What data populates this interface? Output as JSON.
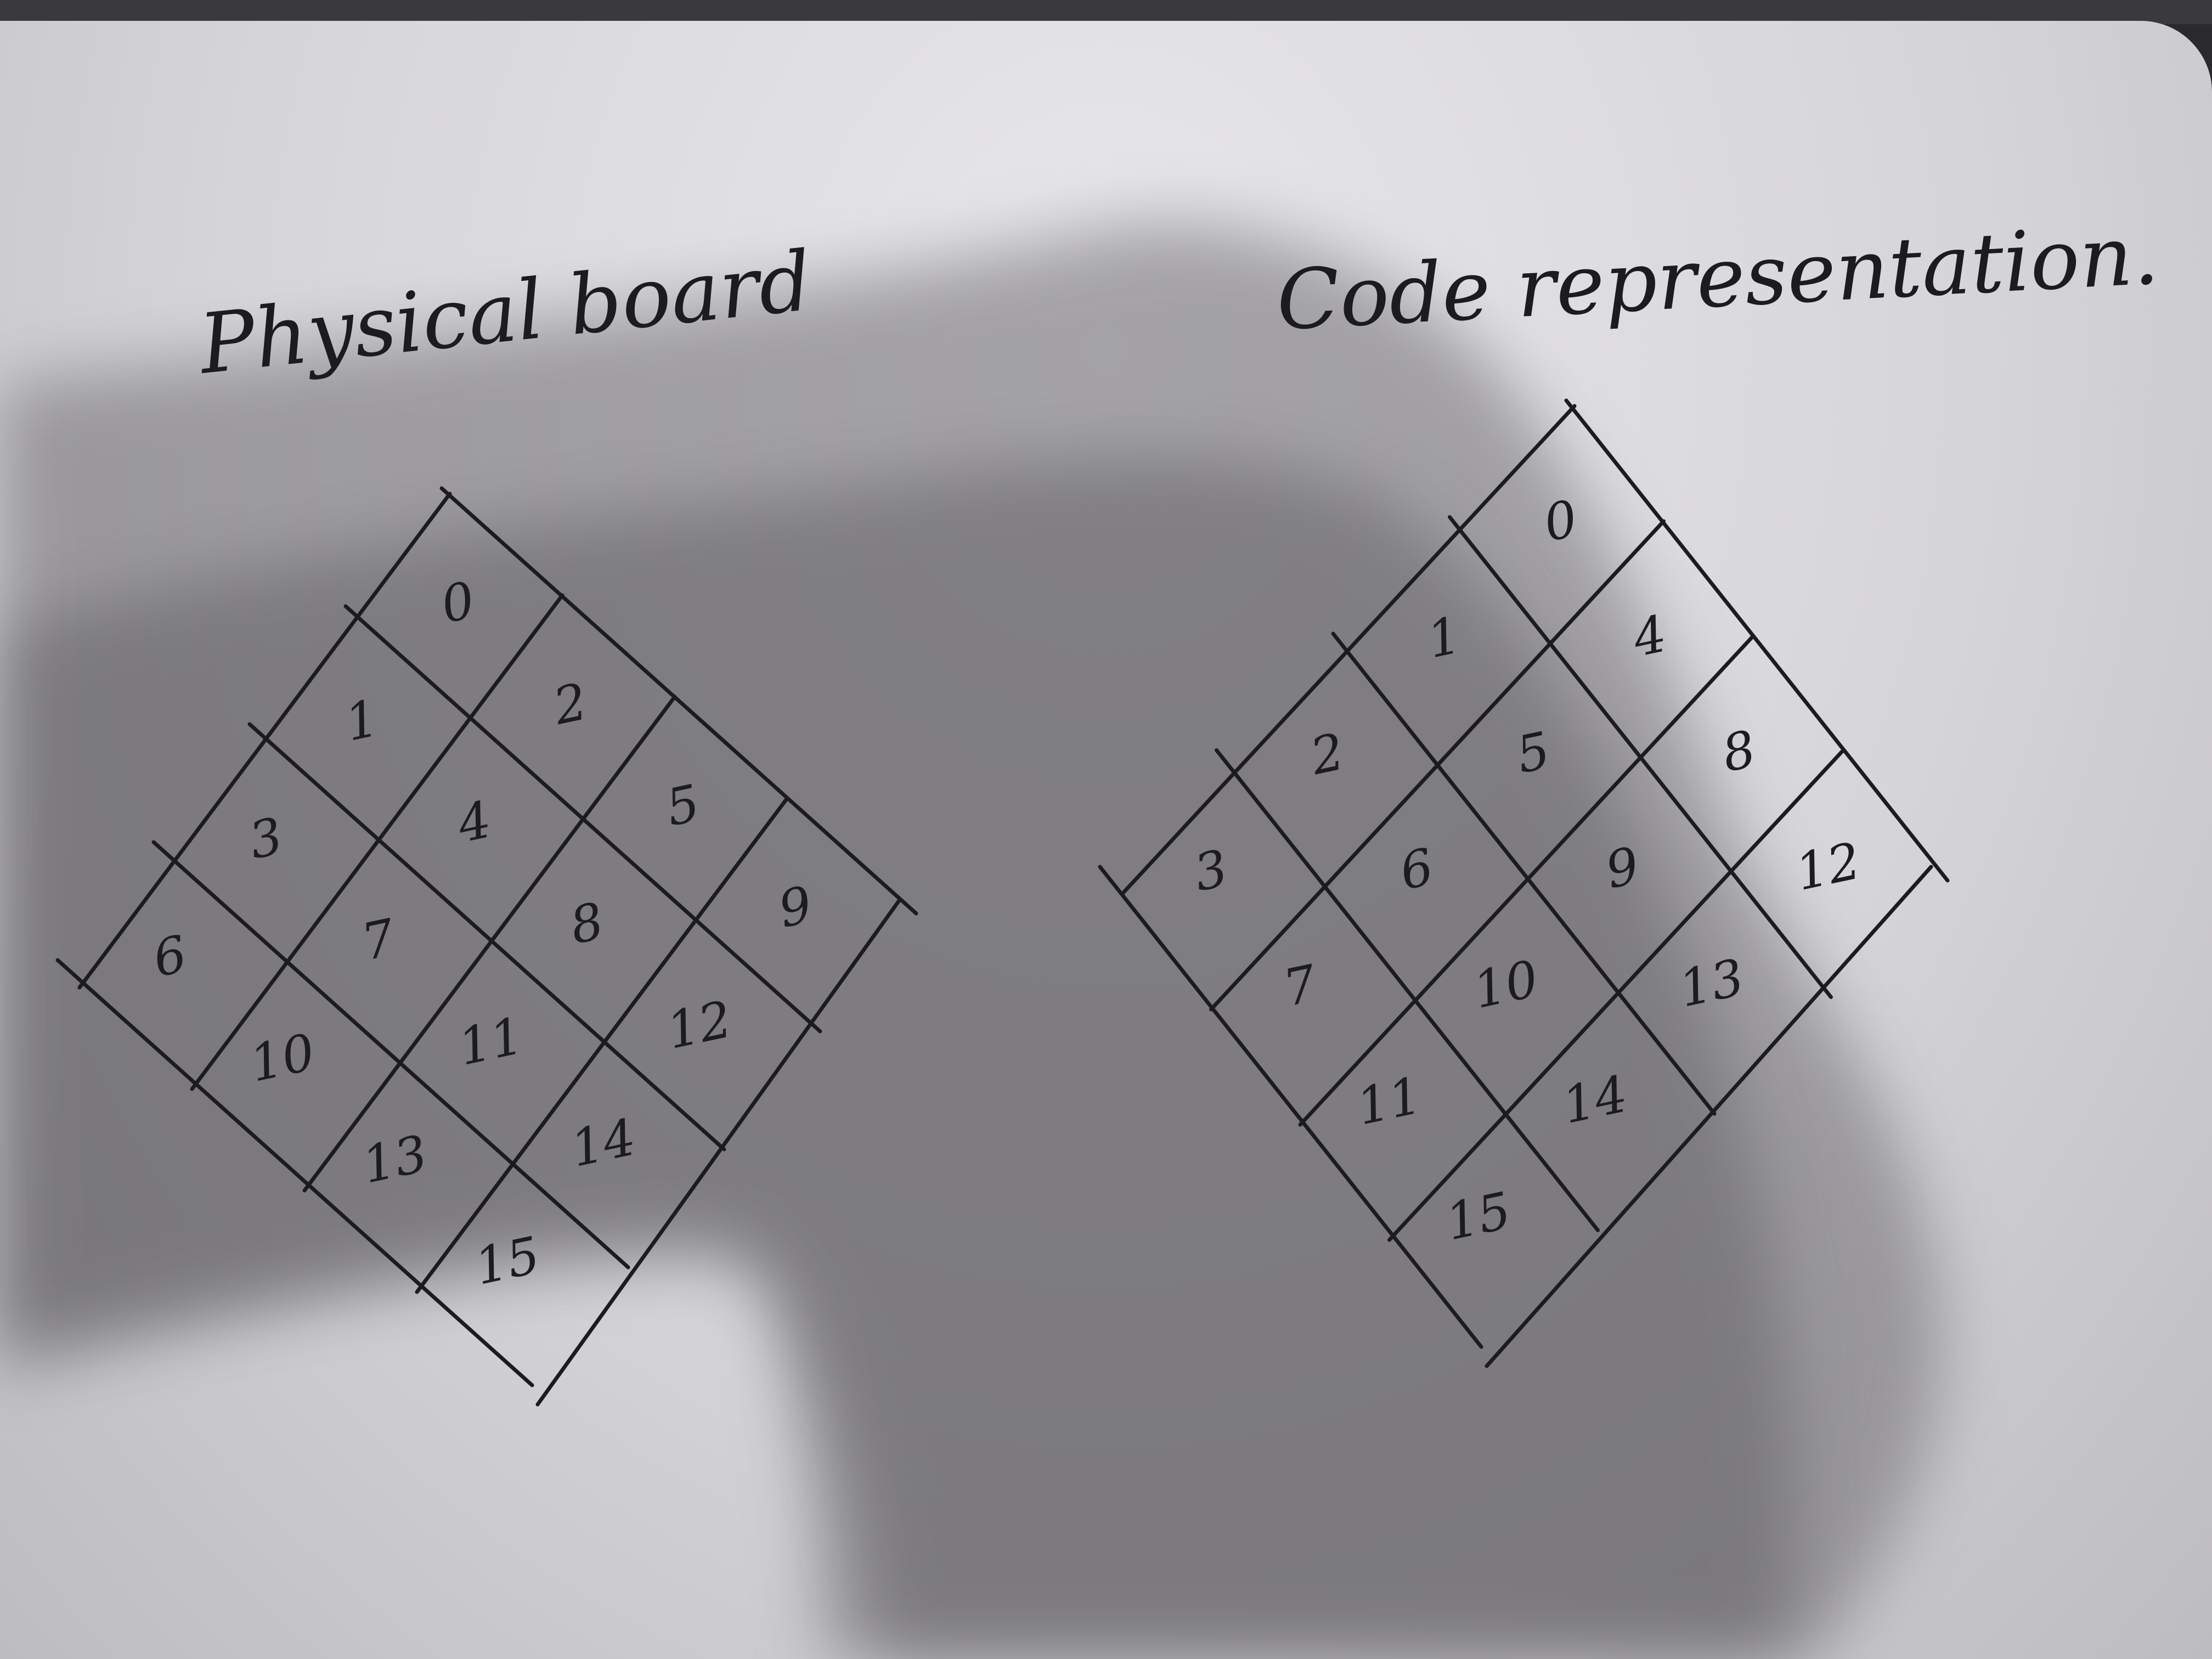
{
  "left_board": {
    "title": "Physical board",
    "cells": [
      {
        "label": "0",
        "row": 0,
        "col": 0
      },
      {
        "label": "1",
        "row": 1,
        "col": 0
      },
      {
        "label": "2",
        "row": 0,
        "col": 1
      },
      {
        "label": "3",
        "row": 2,
        "col": 0
      },
      {
        "label": "4",
        "row": 1,
        "col": 1
      },
      {
        "label": "5",
        "row": 0,
        "col": 2
      },
      {
        "label": "6",
        "row": 3,
        "col": 0
      },
      {
        "label": "7",
        "row": 2,
        "col": 1
      },
      {
        "label": "8",
        "row": 1,
        "col": 2
      },
      {
        "label": "9",
        "row": 0,
        "col": 3
      },
      {
        "label": "10",
        "row": 3,
        "col": 1
      },
      {
        "label": "11",
        "row": 2,
        "col": 2
      },
      {
        "label": "12",
        "row": 1,
        "col": 3
      },
      {
        "label": "13",
        "row": 3,
        "col": 2
      },
      {
        "label": "14",
        "row": 2,
        "col": 3
      },
      {
        "label": "15",
        "row": 3,
        "col": 3
      }
    ]
  },
  "right_board": {
    "title": "Code representation.",
    "cells": [
      {
        "label": "0",
        "row": 0,
        "col": 0
      },
      {
        "label": "1",
        "row": 1,
        "col": 0
      },
      {
        "label": "2",
        "row": 2,
        "col": 0
      },
      {
        "label": "3",
        "row": 3,
        "col": 0
      },
      {
        "label": "4",
        "row": 0,
        "col": 1
      },
      {
        "label": "5",
        "row": 1,
        "col": 1
      },
      {
        "label": "6",
        "row": 2,
        "col": 1
      },
      {
        "label": "7",
        "row": 3,
        "col": 1
      },
      {
        "label": "8",
        "row": 0,
        "col": 2
      },
      {
        "label": "9",
        "row": 1,
        "col": 2
      },
      {
        "label": "10",
        "row": 2,
        "col": 2
      },
      {
        "label": "11",
        "row": 3,
        "col": 2
      },
      {
        "label": "12",
        "row": 0,
        "col": 3
      },
      {
        "label": "13",
        "row": 1,
        "col": 3
      },
      {
        "label": "14",
        "row": 2,
        "col": 3
      },
      {
        "label": "15",
        "row": 3,
        "col": 3
      }
    ]
  }
}
